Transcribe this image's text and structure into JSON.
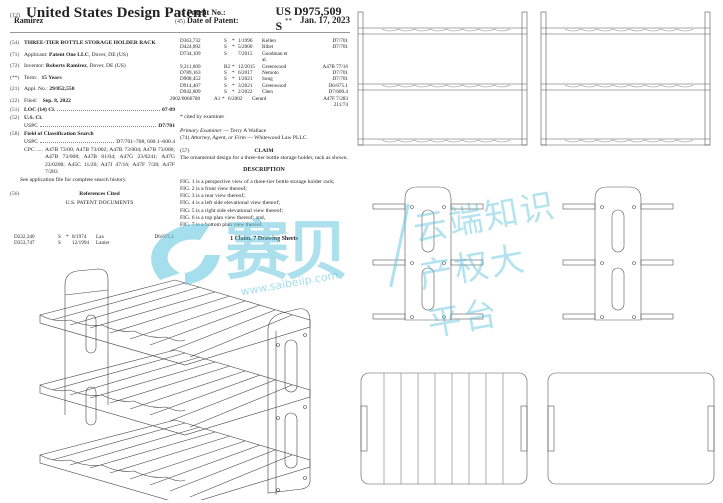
{
  "header": {
    "doc_kind_code": "(12)",
    "title": "United States Design Patent",
    "inventor_surname": "Ramirez",
    "patent_no_code": "(10)",
    "patent_no_label": "Patent No.:",
    "patent_no": "US D975,509 S",
    "date_code": "(45)",
    "date_label": "Date of Patent:",
    "date_marker": "**",
    "date": "Jan. 17, 2023"
  },
  "bibliographic": {
    "title_code": "(54)",
    "title": "THREE-TIER BOTTLE STORAGE HOLDER RACK",
    "applicant_code": "(71)",
    "applicant_label": "Applicant:",
    "applicant_name": "Patent One LLC",
    "applicant_loc": ", Dover, DE (US)",
    "inventor_code": "(72)",
    "inventor_label": "Inventor:",
    "inventor_name": "Roberts Ramirez",
    "inventor_loc": ", Dover, DE (US)",
    "term_code": "(**)",
    "term_label": "Term:",
    "term_value": "15 Years",
    "appl_code": "(21)",
    "appl_label": "Appl. No.:",
    "appl_value": "29/852,550",
    "filed_code": "(22)",
    "filed_label": "Filed:",
    "filed_value": "Sep. 8, 2022",
    "loc_code": "(51)",
    "loc_label": "LOC (14) Cl.",
    "loc_value": "07-09",
    "us_cl_code": "(52)",
    "us_cl_label": "U.S. Cl.",
    "uspc_label": "USPC",
    "uspc_value": "D7/701",
    "field_code": "(58)",
    "field_label": "Field of Classification Search",
    "field_uspc_label": "USPC",
    "field_uspc_value": "D7/701–708, 600.1–600.4",
    "field_cpc_label": "CPC .....",
    "field_cpc_value": "A47B 73/00; A47B 73/002; A47B 73/004; A47B 73/006; A47B 73/008; A47B 81/04; A47G 23/0241; A47G 23/0208; A45C 11/20; A47J 47/16; A47F 7/28; A47F 7/283",
    "see_application": "See application file for complete search history."
  },
  "references": {
    "code": "(56)",
    "heading": "References Cited",
    "subheading": "U.S. PATENT DOCUMENTS",
    "left_rows": [
      {
        "number": "D232,340",
        "kind": "S",
        "star": "*",
        "date": "8/1974",
        "name": "Lax",
        "cls": "D6/675.1"
      },
      {
        "number": "D353,747",
        "kind": "S",
        "star": "",
        "date": "12/1994",
        "name": "Lanier",
        "cls": ""
      }
    ],
    "right_rows": [
      {
        "number": "D363,732",
        "kind": "S",
        "star": "*",
        "date": "1/1996",
        "name": "Kellen",
        "cls": "D7/701"
      },
      {
        "number": "D424,892",
        "kind": "S",
        "star": "*",
        "date": "5/2000",
        "name": "Ribet",
        "cls": "D7/701"
      },
      {
        "number": "D734,109",
        "kind": "S",
        "star": "",
        "date": "7/2015",
        "name": "Goodman et al.",
        "cls": ""
      },
      {
        "number": "9,211,009",
        "kind": "B2",
        "star": "*",
        "date": "12/2015",
        "name": "Greenwood",
        "cls": "A47B 77/16"
      },
      {
        "number": "D789,163",
        "kind": "S",
        "star": "*",
        "date": "6/2017",
        "name": "Nemoto",
        "cls": "D7/701"
      },
      {
        "number": "D908,452",
        "kind": "S",
        "star": "*",
        "date": "1/2021",
        "name": "Song",
        "cls": "D7/701"
      },
      {
        "number": "D914,407",
        "kind": "S",
        "star": "*",
        "date": "3/2021",
        "name": "Greenwood",
        "cls": "D6/675.1"
      },
      {
        "number": "D942,809",
        "kind": "S",
        "star": "*",
        "date": "2/2022",
        "name": "Chen",
        "cls": "D7/600.4"
      },
      {
        "number": "2002/0066708",
        "kind": "A1",
        "star": "*",
        "date": "6/2002",
        "name": "Gerard",
        "cls": "A47F 7/283"
      }
    ],
    "continued_cls": "211/74",
    "cited_note": "* cited by examiner"
  },
  "examiner": {
    "primary_label": "Primary Examiner",
    "primary_name": "— Terry A Wallace",
    "attorney_code": "(74)",
    "attorney_label": "Attorney, Agent, or Firm",
    "attorney_name": "— Whitewood Law PLLC"
  },
  "claim": {
    "code": "(57)",
    "heading": "CLAIM",
    "text": "The ornamental design for a three-tier bottle storage holder, rack as shown."
  },
  "description": {
    "heading": "DESCRIPTION",
    "figures": [
      {
        "fig": "FIG. 1",
        "text": " is a perspective view of a three-tier bottle storage holder rack;"
      },
      {
        "fig": "FIG. 2",
        "text": " is a front view thereof;"
      },
      {
        "fig": "FIG. 3",
        "text": " is a rear view thereof;"
      },
      {
        "fig": "FIG. 4",
        "text": " is a left side elevational view thereof;"
      },
      {
        "fig": "FIG. 5",
        "text": " is a right side elevational view thereof;"
      },
      {
        "fig": "FIG. 6",
        "text": " is a top plan view thereof; and,"
      },
      {
        "fig": "FIG. 7",
        "text": " is a bottom plan view thereof."
      }
    ],
    "summary": "1 Claim, 7 Drawing Sheets"
  },
  "drawings": {
    "figures": [
      "perspective",
      "front",
      "rear",
      "left-side",
      "right-side",
      "top-plan",
      "bottom-plan"
    ]
  },
  "watermark": {
    "brand_cn": "赛贝",
    "url": "www.saibeiip.com",
    "slogan_line1": "云端知识",
    "slogan_line2": "产权大平台",
    "color": "#5bc3dc"
  }
}
